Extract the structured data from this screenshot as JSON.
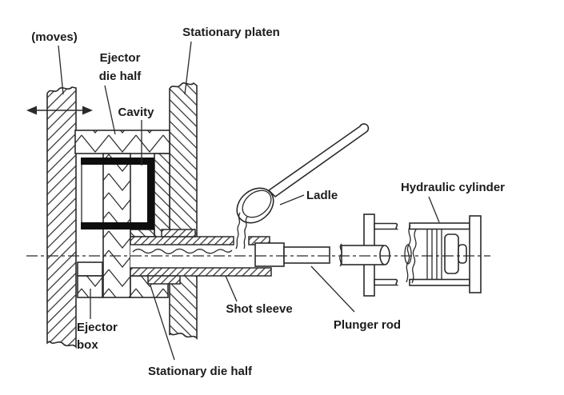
{
  "diagram": {
    "labels": {
      "moves": "(moves)",
      "ejector_die_half_1": "Ejector",
      "ejector_die_half_2": "die half",
      "stationary_platen": "Stationary platen",
      "cavity": "Cavity",
      "ladle": "Ladle",
      "hydraulic_cylinder": "Hydraulic cylinder",
      "shot_sleeve": "Shot sleeve",
      "plunger_rod": "Plunger rod",
      "ejector_box_1": "Ejector",
      "ejector_box_2": "box",
      "stationary_die_half": "Stationary die half"
    },
    "colors": {
      "ink": "#2a2a2a",
      "background": "#ffffff",
      "cavity_outline": "#0e0e0e",
      "label_text": "#1c1c1c"
    }
  }
}
